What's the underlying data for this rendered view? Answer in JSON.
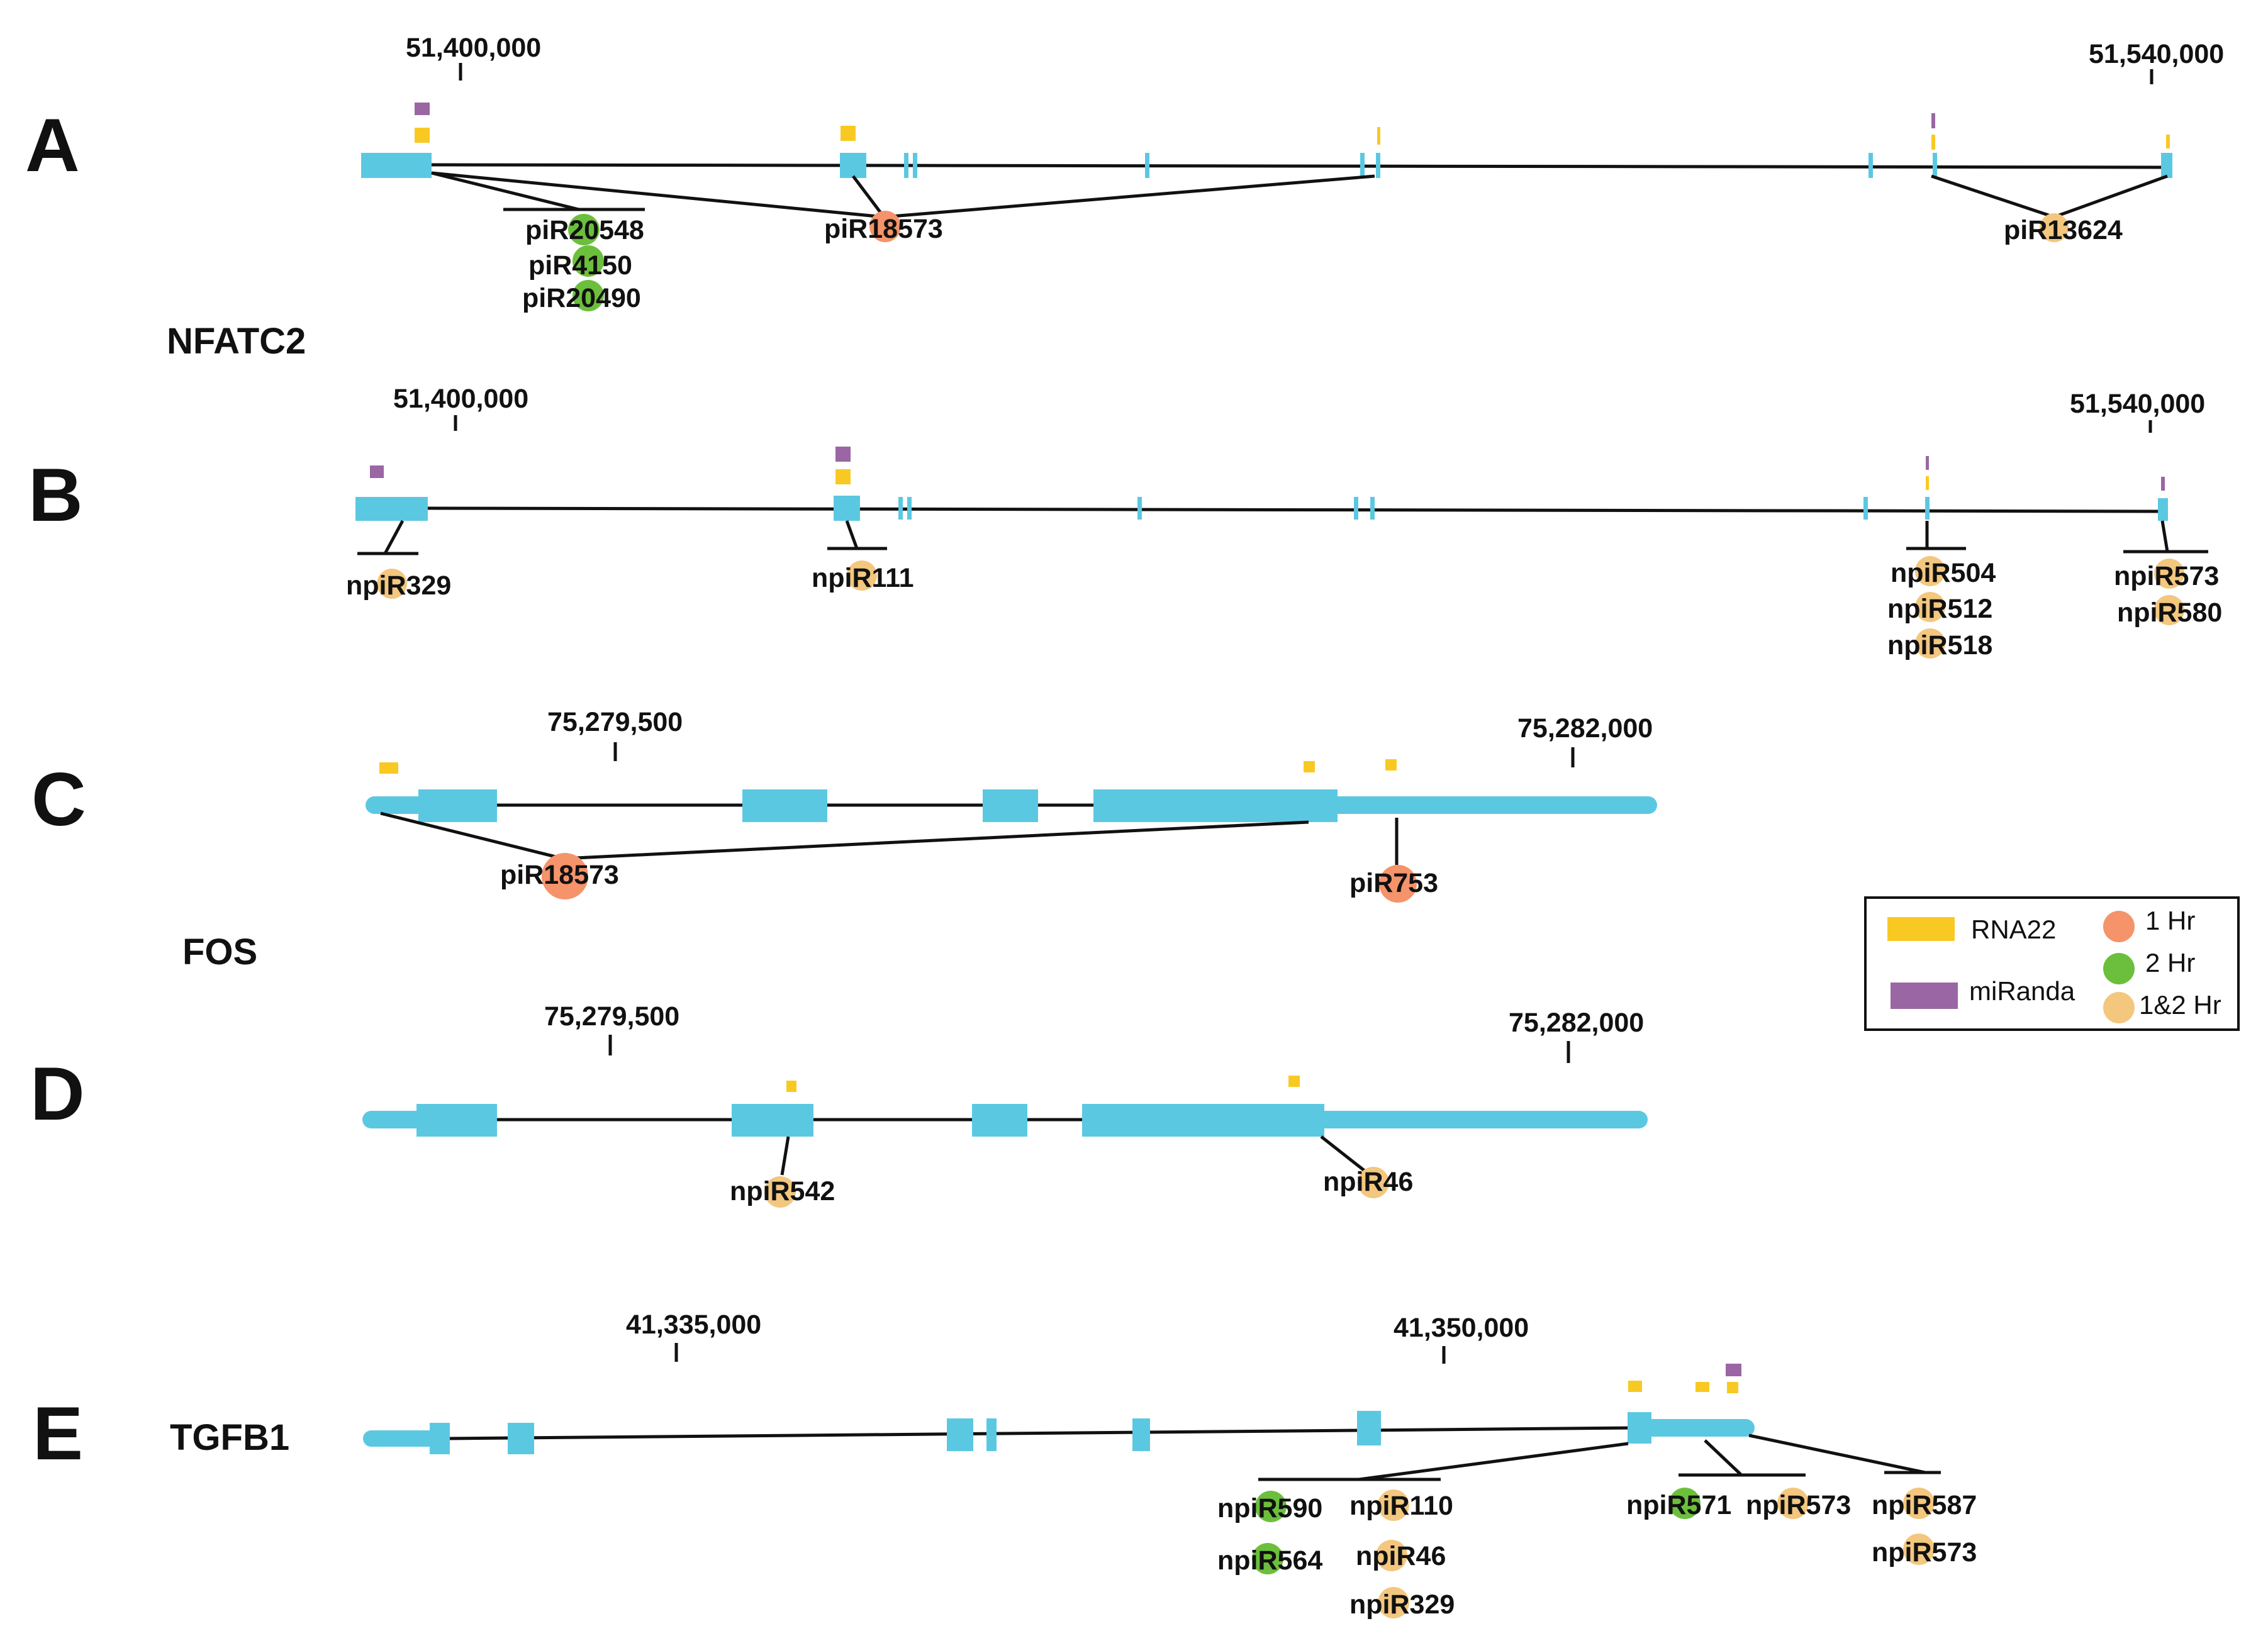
{
  "colors": {
    "exon": "#5bc8e2",
    "rna22": "#f9c923",
    "miranda": "#9a66a4",
    "hr1": "#f5936a",
    "hr2": "#6cbf3c",
    "hr12": "#f3c77e",
    "line": "#111111"
  },
  "legend": {
    "rna22": "RNA22",
    "miranda": "miRanda",
    "hr1": "1 Hr",
    "hr2": "2 Hr",
    "hr12": "1&2 Hr"
  },
  "genes": {
    "nfatc2": "NFATC2",
    "fos": "FOS",
    "tgfb1": "TGFB1"
  },
  "panels": {
    "A": {
      "letter": "A",
      "coords": [
        "51,400,000",
        "51,540,000"
      ],
      "labels": [
        "piR20548",
        "piR4150",
        "piR20490",
        "piR18573",
        "piR13624"
      ]
    },
    "B": {
      "letter": "B",
      "coords": [
        "51,400,000",
        "51,540,000"
      ],
      "labels": [
        "npiR329",
        "npiR111",
        "npiR504",
        "npiR512",
        "npiR518",
        "npiR573",
        "npiR580"
      ]
    },
    "C": {
      "letter": "C",
      "coords": [
        "75,279,500",
        "75,282,000"
      ],
      "labels": [
        "piR18573",
        "piR753"
      ]
    },
    "D": {
      "letter": "D",
      "coords": [
        "75,279,500",
        "75,282,000"
      ],
      "labels": [
        "npiR542",
        "npiR46"
      ]
    },
    "E": {
      "letter": "E",
      "coords": [
        "41,335,000",
        "41,350,000"
      ],
      "labels": [
        "npiR590",
        "npiR564",
        "npiR110",
        "npiR46",
        "npiR329",
        "npiR571",
        "npiR573",
        "npiR587",
        "npiR573"
      ]
    }
  }
}
